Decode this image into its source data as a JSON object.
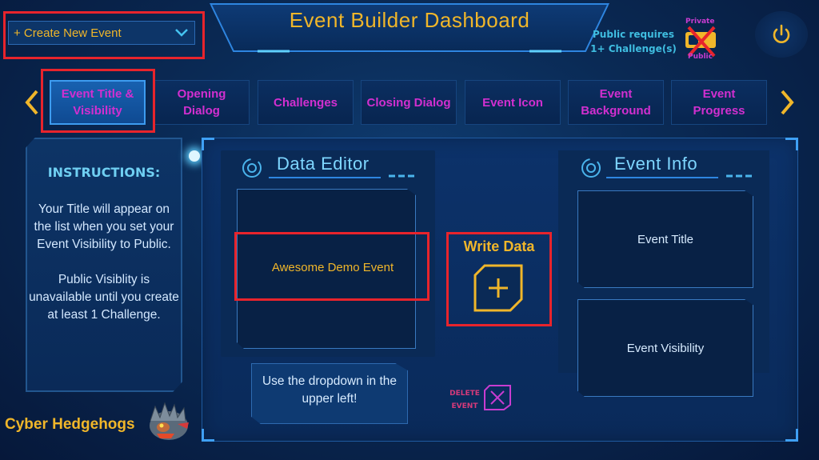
{
  "header": {
    "title": "Event Builder Dashboard",
    "public_requirement": "Public requires 1+ Challenge(s)",
    "visibility_badge_top": "Private",
    "visibility_badge_bottom": "Public"
  },
  "dropdown": {
    "selected": "+ Create New Event"
  },
  "tabs": [
    {
      "label": "Event Title & Visibility",
      "active": true
    },
    {
      "label": "Opening Dialog",
      "active": false
    },
    {
      "label": "Challenges",
      "active": false
    },
    {
      "label": "Closing Dialog",
      "active": false
    },
    {
      "label": "Event Icon",
      "active": false
    },
    {
      "label": "Event Background",
      "active": false
    },
    {
      "label": "Event Progress",
      "active": false
    }
  ],
  "instructions": {
    "title": "INSTRUCTIONS:",
    "paragraph_1": "Your Title will appear on the list when you set your Event Visibility to Public.",
    "paragraph_2": "Public Visiblity is unavailable until you create at least 1 Challenge."
  },
  "data_editor": {
    "title": "Data Editor",
    "value": "Awesome Demo Event",
    "hint": "Use the dropdown in the upper left!"
  },
  "write_data": {
    "label": "Write Data"
  },
  "delete_event": {
    "label_line1": "DELETE",
    "label_line2": "EVENT"
  },
  "event_info": {
    "title": "Event Info",
    "field_1": "Event Title",
    "field_2": "Event Visibility"
  },
  "brand": {
    "name": "Cyber Hedgehogs"
  },
  "icons": {
    "dropdown": "chevron-down-icon",
    "power": "power-icon",
    "tab_left": "chevron-left-icon",
    "tab_right": "chevron-right-icon",
    "write": "plus-icon",
    "delete": "close-icon",
    "section": "target-ring-icon"
  },
  "colors": {
    "accent_gold": "#f0b62a",
    "tab_text": "#d22fd0",
    "cyan": "#7ed6ff",
    "highlight_red": "#e8242c",
    "background": "#0a2a55"
  }
}
